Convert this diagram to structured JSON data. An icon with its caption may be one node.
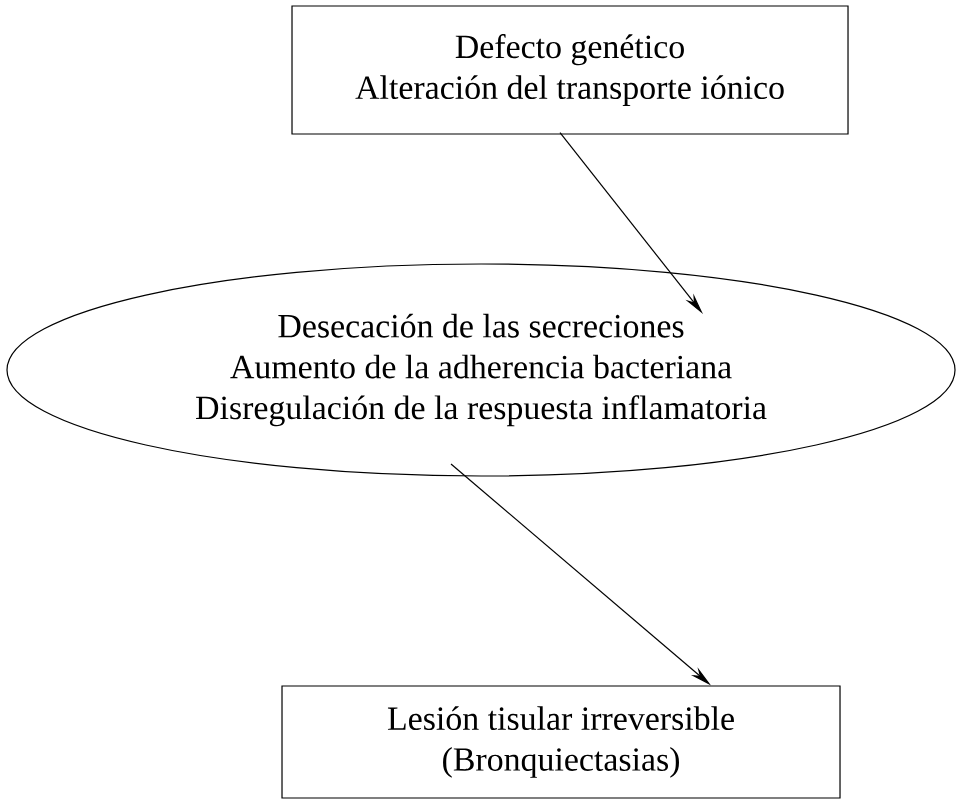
{
  "diagram": {
    "nodes": [
      {
        "text": [
          "Defecto genético",
          "Alteración del transporte iónico"
        ]
      },
      {
        "text": [
          "Desecación de las secreciones",
          "Aumento de la adherencia bacteriana",
          "Disregulación de la respuesta inflamatoria"
        ]
      },
      {
        "text": [
          "Lesión tisular irreversible",
          "(Bronquiectasias)"
        ]
      }
    ],
    "edges": [
      {
        "from": 0,
        "to": 1,
        "arrow": "to"
      },
      {
        "from": 1,
        "to": 2,
        "arrow": "to"
      }
    ]
  }
}
